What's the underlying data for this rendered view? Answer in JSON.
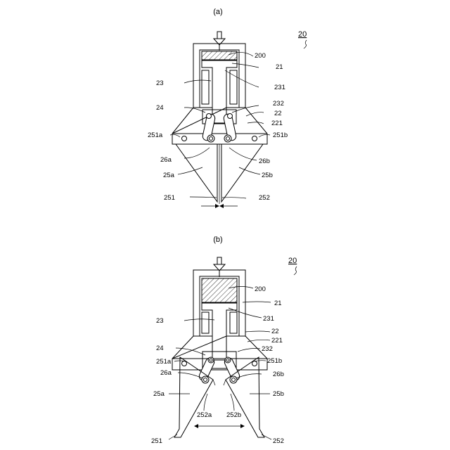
{
  "figure_a": {
    "caption": "(a)",
    "ref_number": "20",
    "labels": {
      "l200": "200",
      "l21": "21",
      "l231": "231",
      "l23": "23",
      "l24": "24",
      "l232": "232",
      "l22": "22",
      "l221": "221",
      "l251a": "251a",
      "l251b": "251b",
      "l26a": "26a",
      "l26b": "26b",
      "l25a": "25a",
      "l25b": "25b",
      "l251": "251",
      "l252": "252"
    }
  },
  "figure_b": {
    "caption": "(b)",
    "ref_number": "20",
    "labels": {
      "l200": "200",
      "l21": "21",
      "l231": "231",
      "l23": "23",
      "l22": "22",
      "l221": "221",
      "l24": "24",
      "l232": "232",
      "l251a": "251a",
      "l251b": "251b",
      "l26a": "26a",
      "l26b": "26b",
      "l25a": "25a",
      "l25b": "25b",
      "l252a": "252a",
      "l252b": "252b",
      "l251": "251",
      "l252": "252"
    }
  }
}
